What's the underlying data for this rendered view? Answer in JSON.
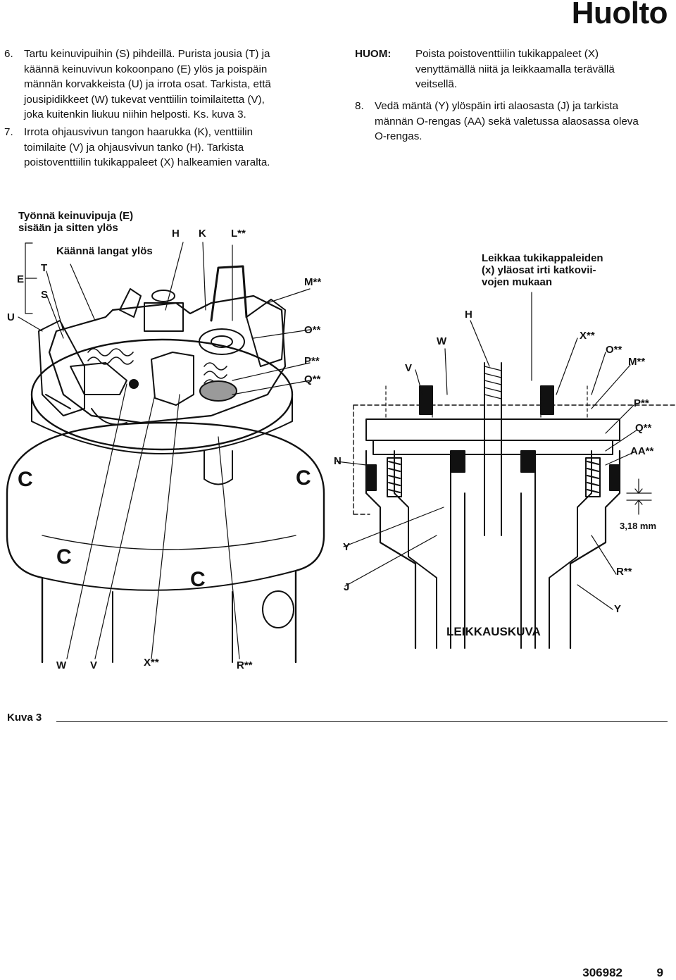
{
  "header": {
    "section_title": "Huolto"
  },
  "steps": [
    {
      "number": "6.",
      "lines": [
        "Tartu keinuvipuihin (S) pihdeillä. Purista jousia (T) ja",
        "käännä keinuvivun kokoonpano (E) ylös ja poispäin",
        "männän korvakkeista (U) ja irrota osat. Tarkista, että",
        "jousipidikkeet (W) tukevat venttiilin toimilaitetta (V),",
        "joka kuitenkin liukuu niihin helposti. Ks. kuva 3."
      ]
    },
    {
      "number": "7.",
      "lines": [
        "Irrota ohjausvivun tangon haarukka (K), venttiilin",
        "toimilaite (V) ja ohjausvivun tanko (H). Tarkista",
        "poistoventtiilin tukikappaleet (X) halkeamien varalta."
      ]
    }
  ],
  "note": {
    "label": "HUOM:",
    "lines": [
      "Poista poistoventtiilin tukikappaleet (X)",
      "venyttämällä niitä ja leikkaamalla terävällä",
      "veitsellä."
    ]
  },
  "step8": {
    "number": "8.",
    "lines": [
      "Vedä mäntä (Y) ylöspäin irti alaosasta (J) ja tarkista",
      "männän O-rengas (AA) sekä valetussa alaosassa oleva",
      "O-rengas."
    ]
  },
  "figure": {
    "left_callouts": {
      "push_text_1": "Työnnä keinuvipuja (E)",
      "push_text_2": "sisään ja sitten ylös",
      "turn_text": "Käännä langat ylös",
      "H": "H",
      "K": "K",
      "L": "L**",
      "E": "E",
      "T": "T",
      "S": "S",
      "U": "U",
      "M": "M**",
      "O": "O**",
      "P": "P**",
      "Q": "Q**",
      "W": "W",
      "V": "V",
      "X": "X**",
      "R": "R**"
    },
    "right_callouts": {
      "cut_text_1": "Leikkaa tukikappaleiden",
      "cut_text_2": "(x) yläosat irti katkovii-",
      "cut_text_3": "vojen mukaan",
      "H": "H",
      "W": "W",
      "V": "V",
      "X": "X**",
      "O": "O**",
      "M": "M**",
      "P": "P**",
      "Q": "Q**",
      "AA": "AA**",
      "N": "N",
      "dimension": "3,18 mm",
      "Y": "Y",
      "J": "J",
      "R": "R**",
      "Y2": "Y",
      "section_label": "LEIKKAUSKUVA"
    },
    "caption": "Kuva 3"
  },
  "footer": {
    "doc_number": "306982",
    "page_number": "9"
  }
}
